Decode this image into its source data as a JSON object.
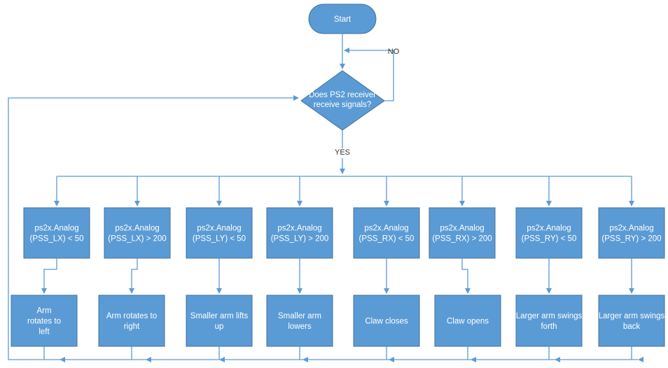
{
  "start": {
    "label": "Start"
  },
  "decision": {
    "lines": [
      "Does PS2 receiver",
      "receive signals?"
    ]
  },
  "edges": {
    "no": "NO",
    "yes": "YES"
  },
  "columns": [
    {
      "condition": [
        "ps2x.Analog",
        "(PSS_LX) < 50"
      ],
      "action": [
        "Arm",
        "rotates to",
        "left"
      ]
    },
    {
      "condition": [
        "ps2x.Analog",
        "(PSS_LX) > 200"
      ],
      "action": [
        "Arm rotates to",
        "right"
      ]
    },
    {
      "condition": [
        "ps2x.Analog",
        "(PSS_LY) < 50"
      ],
      "action": [
        "Smaller arm lifts",
        "up"
      ]
    },
    {
      "condition": [
        "ps2x.Analog",
        "(PSS_LY) > 200"
      ],
      "action": [
        "Smaller arm",
        "lowers"
      ]
    },
    {
      "condition": [
        "ps2x.Analog",
        "(PSS_RX) < 50"
      ],
      "action": [
        "Claw closes"
      ]
    },
    {
      "condition": [
        "ps2x.Analog",
        "(PSS_RX) > 200"
      ],
      "action": [
        "Claw opens"
      ]
    },
    {
      "condition": [
        "ps2x.Analog",
        "(PSS_RY) < 50"
      ],
      "action": [
        "Larger arm swings",
        "forth"
      ]
    },
    {
      "condition": [
        "ps2x.Analog",
        "(PSS_RY) > 200"
      ],
      "action": [
        "Larger arm swings",
        "back"
      ]
    }
  ],
  "colors": {
    "node_fill": "#5b9bd5",
    "node_stroke": "#41719c",
    "line": "#5b9bd5",
    "text": "#ffffff"
  }
}
